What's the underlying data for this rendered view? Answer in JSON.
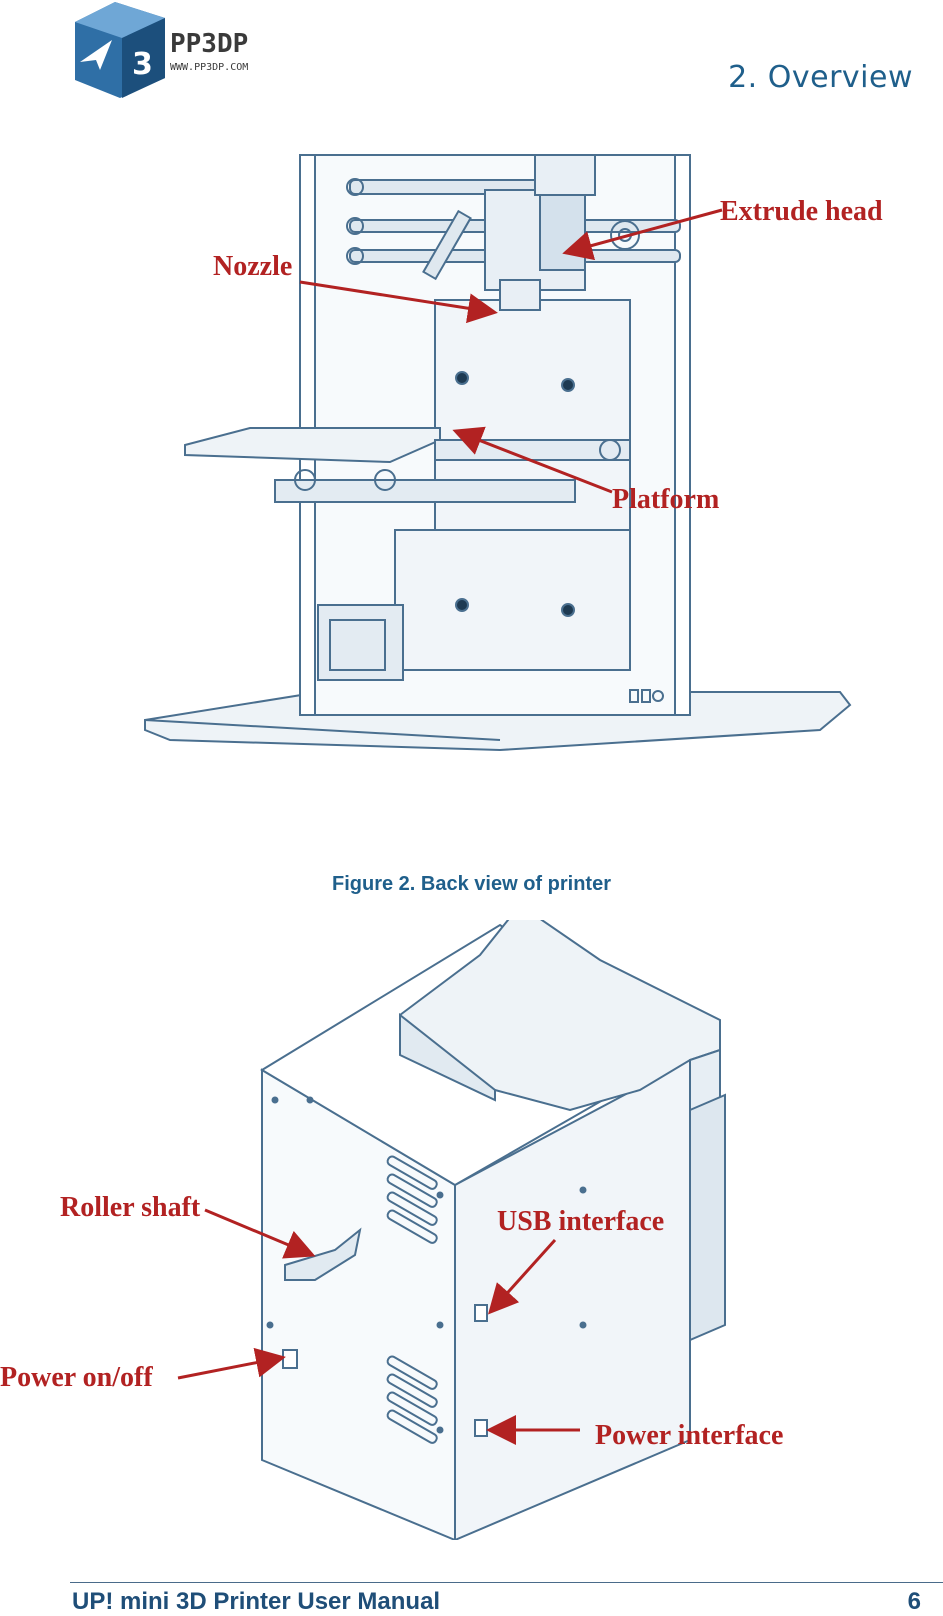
{
  "header": {
    "logo_text": "PP3DP",
    "logo_url_text": "WWW.PP3DP.COM",
    "logo_badge": "3",
    "section_title": "2. Overview"
  },
  "figure1": {
    "callouts": {
      "nozzle": "Nozzle",
      "extrude_head": "Extrude head",
      "platform": "Platform"
    }
  },
  "figure2": {
    "caption": "Figure 2. Back view of printer",
    "callouts": {
      "roller_shaft": "Roller shaft",
      "usb_interface": "USB interface",
      "power_switch": "Power on/off",
      "power_interface": "Power interface"
    }
  },
  "footer": {
    "title": "UP! mini 3D Printer User Manual",
    "page_number": "6"
  },
  "colors": {
    "accent_blue": "#1f5f8b",
    "callout_red": "#b22222",
    "drawing_line": "#4a6f8f"
  }
}
